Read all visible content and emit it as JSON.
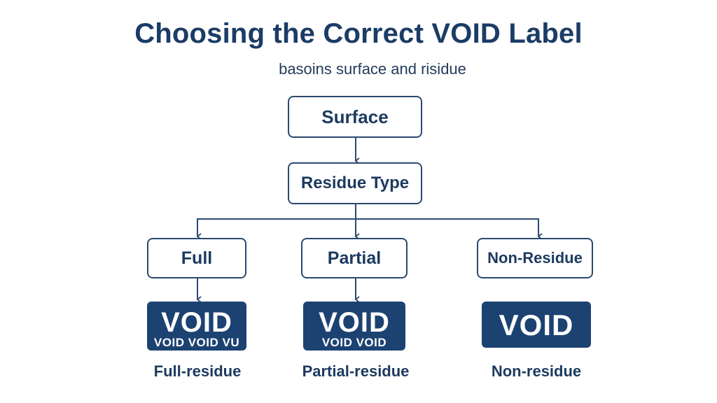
{
  "title": "Choosing the Correct VOID Label",
  "subtitle": "basoins surface and risidue",
  "nodes": {
    "surface": "Surface",
    "residue_type": "Residue Type",
    "full": "Full",
    "partial": "Partial",
    "non_residue": "Non-Residue"
  },
  "labels": {
    "full": {
      "main": "VOID",
      "strip": "VOID VOID VU"
    },
    "partial": {
      "main": "VOID",
      "strip": "VOID VOID"
    },
    "non_residue": {
      "main": "VOID"
    }
  },
  "captions": {
    "full": "Full-residue",
    "partial": "Partial-residue",
    "non_residue": "Non-residue"
  },
  "colors": {
    "navy": "#1c4272",
    "outline": "#2a4a70",
    "text": "#1d3a5f"
  }
}
